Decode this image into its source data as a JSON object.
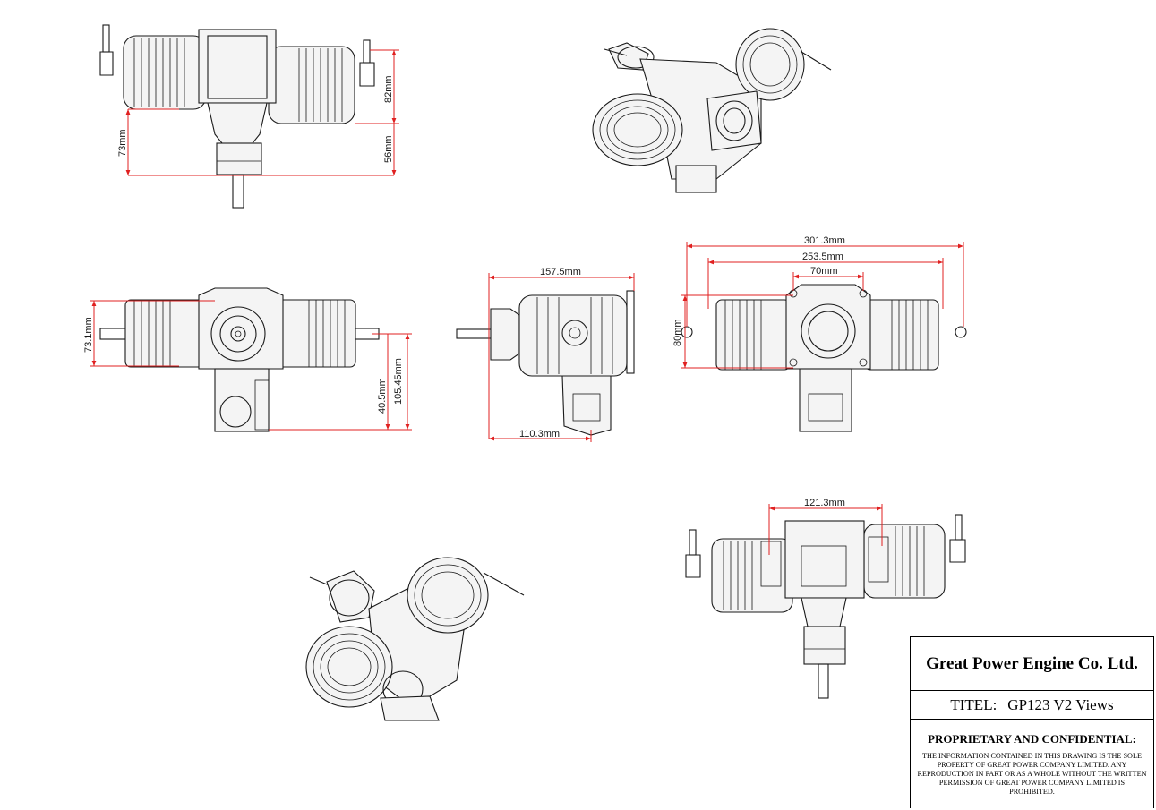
{
  "dimensions": {
    "top_view": {
      "a": "73mm",
      "b": "82mm",
      "c": "56mm"
    },
    "front_view": {
      "a": "73.1mm",
      "b": "40.5mm",
      "c": "105.45mm"
    },
    "side_view": {
      "a": "157.5mm",
      "b": "110.3mm"
    },
    "rear_view": {
      "a": "301.3mm",
      "b": "253.5mm",
      "c": "70mm",
      "d": "80mm"
    },
    "bottom_view": {
      "a": "121.3mm"
    }
  },
  "title_block": {
    "company": "Great Power Engine Co. Ltd.",
    "titel_label": "TITEL:",
    "titel_value": "GP123 V2 Views",
    "proprietary_heading": "PROPRIETARY AND CONFIDENTIAL:",
    "proprietary_text": "THE INFORMATION CONTAINED IN THIS DRAWING IS THE SOLE PROPERTY OF GREAT POWER COMPANY LIMITED. ANY REPRODUCTION IN PART OR AS A WHOLE WITHOUT THE WRITTEN PERMISSION OF GREAT POWER COMPANY LIMITED IS PROHIBITED."
  },
  "colors": {
    "dimension": "#e02020",
    "linework": "#1a1a1a",
    "background": "#ffffff"
  }
}
